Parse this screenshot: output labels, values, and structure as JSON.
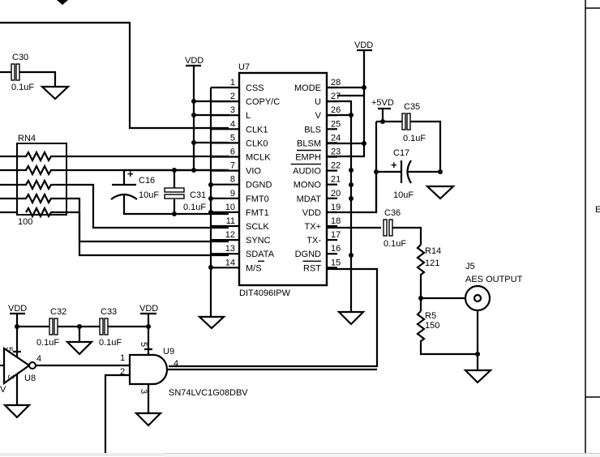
{
  "title_block": {
    "zone_letter": "E"
  },
  "power_labels": {
    "vdd": "VDD",
    "plus5vd": "+5VD"
  },
  "u7": {
    "ref": "U7",
    "part": "DIT4096IPW",
    "left_pins": [
      {
        "num": "1",
        "name": "CSS"
      },
      {
        "num": "2",
        "name": "COPY/C"
      },
      {
        "num": "3",
        "name": "L"
      },
      {
        "num": "4",
        "name": "CLK1"
      },
      {
        "num": "5",
        "name": "CLK0"
      },
      {
        "num": "6",
        "name": "MCLK"
      },
      {
        "num": "7",
        "name": "VIO"
      },
      {
        "num": "8",
        "name": "DGND"
      },
      {
        "num": "9",
        "name": "FMT0"
      },
      {
        "num": "10",
        "name": "FMT1"
      },
      {
        "num": "11",
        "name": "SCLK"
      },
      {
        "num": "12",
        "name": "SYNC"
      },
      {
        "num": "13",
        "name": "SDATA"
      },
      {
        "num": "14",
        "name": "M/S"
      }
    ],
    "right_pins": [
      {
        "num": "28",
        "name": "MODE"
      },
      {
        "num": "27",
        "name": "U"
      },
      {
        "num": "26",
        "name": "V"
      },
      {
        "num": "25",
        "name": "BLS"
      },
      {
        "num": "24",
        "name": "BLSM"
      },
      {
        "num": "23",
        "name": "EMPH"
      },
      {
        "num": "22",
        "name": "AUDIO"
      },
      {
        "num": "21",
        "name": "MONO"
      },
      {
        "num": "20",
        "name": "MDAT"
      },
      {
        "num": "19",
        "name": "VDD"
      },
      {
        "num": "18",
        "name": "TX+"
      },
      {
        "num": "17",
        "name": "TX-"
      },
      {
        "num": "16",
        "name": "DGND"
      },
      {
        "num": "15",
        "name": "RST"
      }
    ]
  },
  "components": {
    "c30": {
      "ref": "C30",
      "value": "0.1uF"
    },
    "c16": {
      "ref": "C16",
      "value": "10uF"
    },
    "c31": {
      "ref": "C31",
      "value": "0.1uF"
    },
    "c35": {
      "ref": "C35",
      "value": "0.1uF"
    },
    "c17": {
      "ref": "C17",
      "value": "10uF"
    },
    "c36": {
      "ref": "C36",
      "value": "0.1uF"
    },
    "c32": {
      "ref": "C32",
      "value": "0.1uF"
    },
    "c33": {
      "ref": "C33",
      "value": "0.1uF"
    },
    "rn4": {
      "ref": "RN4",
      "value": "100"
    },
    "r14": {
      "ref": "R14",
      "value": "121"
    },
    "r5": {
      "ref": "R5",
      "value": "150"
    },
    "j5": {
      "ref": "J5",
      "value": "AES OUTPUT"
    },
    "u8": {
      "ref": "U8",
      "pin_in_partial": "V",
      "pin_vcc": "5",
      "pin_gnd": "3",
      "pin_out": "4"
    },
    "u9": {
      "ref": "U9",
      "part": "SN74LVC1G08DBV",
      "pin_a": "1",
      "pin_b": "2",
      "pin_vcc": "5",
      "pin_gnd": "3",
      "pin_out": "4"
    }
  }
}
